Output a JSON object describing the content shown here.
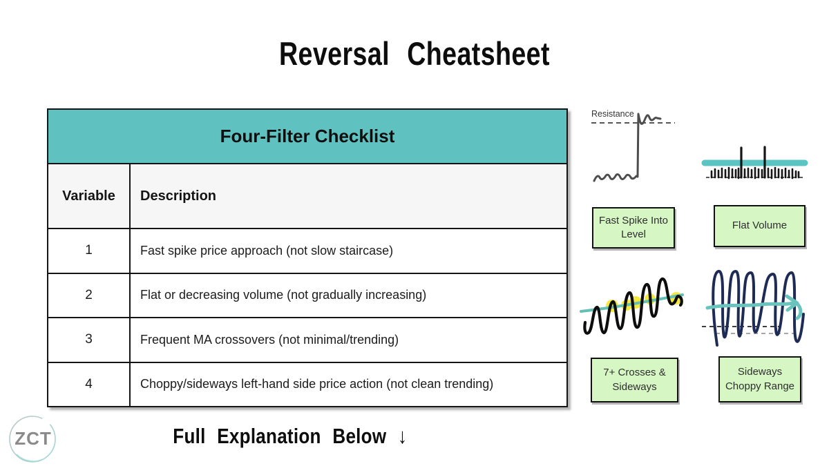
{
  "title": "Reversal Cheatsheet",
  "footer_note": "Full Explanation Below ↓",
  "logo_text": "ZCT",
  "table": {
    "title": "Four-Filter Checklist",
    "columns": [
      "Variable",
      "Description"
    ],
    "rows": [
      {
        "variable": "1",
        "description": "Fast spike price approach (not slow staircase)"
      },
      {
        "variable": "2",
        "description": "Flat or decreasing volume (not gradually increasing)"
      },
      {
        "variable": "3",
        "description": "Frequent MA crossovers (not minimal/trending)"
      },
      {
        "variable": "4",
        "description": "Choppy/sideways left-hand side price action (not clean trending)"
      }
    ]
  },
  "sketches": {
    "resistance_label": "Resistance",
    "items": [
      {
        "name": "fast-spike-into-level",
        "caption": "Fast Spike Into Level"
      },
      {
        "name": "flat-volume",
        "caption": "Flat Volume"
      },
      {
        "name": "ma-crossovers",
        "caption": "7+ Crosses & Sideways"
      },
      {
        "name": "sideways-choppy-range",
        "caption": "Sideways Choppy Range"
      }
    ]
  },
  "colors": {
    "header_teal": "#5fc2c0",
    "caption_green": "#d6f6c4",
    "sketch_teal": "#5cc3c3",
    "sketch_navy": "#1e2c55",
    "crossover_yellow": "#f5e83e",
    "sketch_gray": "#4d4d4d",
    "table_border": "#141414"
  }
}
